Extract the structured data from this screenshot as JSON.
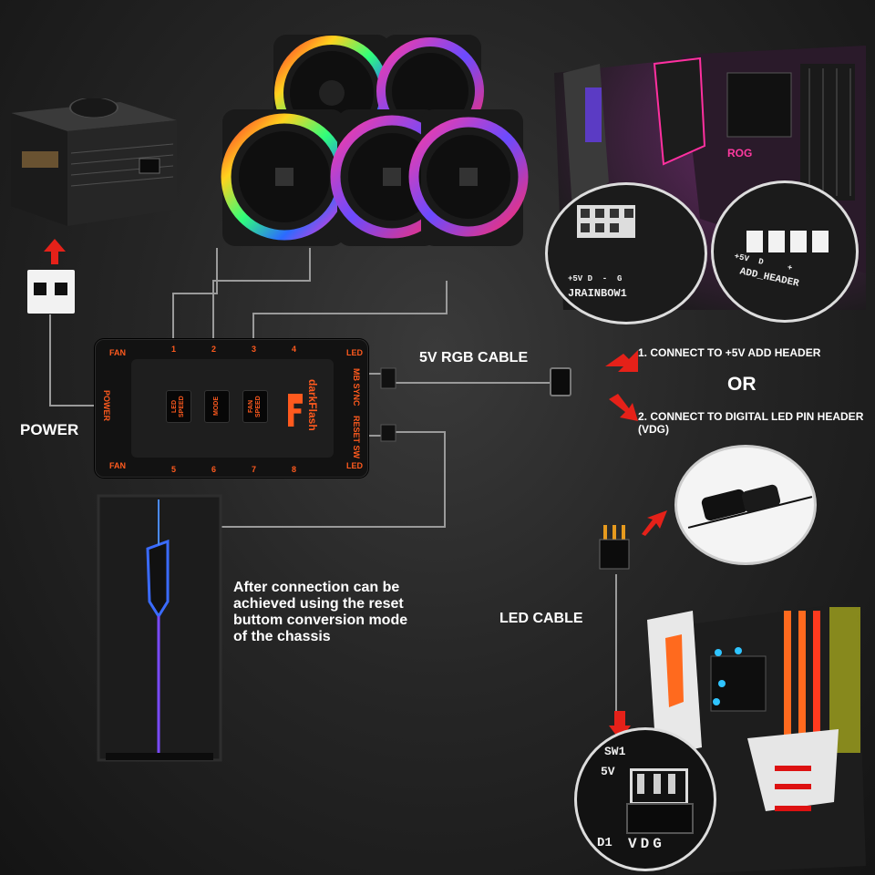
{
  "labels": {
    "power": "POWER",
    "rgb_cable": "5V RGB CABLE",
    "option1": "1. CONNECT TO +5V ADD HEADER",
    "or": "OR",
    "option2_line1": "2. CONNECT TO DIGITAL LED PIN HEADER",
    "option2_line2": "(VDG)",
    "led_cable": "LED CABLE",
    "note_lines": [
      "After connection can be",
      "achieved using the reset",
      "buttom conversion mode",
      "of the chassis"
    ]
  },
  "hub": {
    "brand": "darkFlash",
    "fan_top": "FAN",
    "fan_bottom": "FAN",
    "led_top": "LED",
    "led_bottom": "LED",
    "power": "POWER",
    "mb_sync": "MB SYNC",
    "reset_sw": "RESET SW",
    "ports_top": [
      "1",
      "2",
      "3",
      "4"
    ],
    "ports_bottom": [
      "5",
      "6",
      "7",
      "8"
    ],
    "buttons": {
      "led_speed": "LED SPEED",
      "mode": "MODE",
      "fan_speed": "FAN SPEED"
    }
  },
  "mb1": {
    "header1": "JRAINBOW1",
    "header1_pins": "+5V D  -  G",
    "header2_pins": "+5V  D     +",
    "header2": "ADD_HEADER",
    "brand": "ROG"
  },
  "mb2": {
    "sw": "SW1",
    "v5": "5V",
    "vdg": "VDG",
    "d1": "D1"
  },
  "colors": {
    "accent_red": "#e52119",
    "hub_text": "#ff5a1e",
    "wire": "#9a9a9a"
  }
}
